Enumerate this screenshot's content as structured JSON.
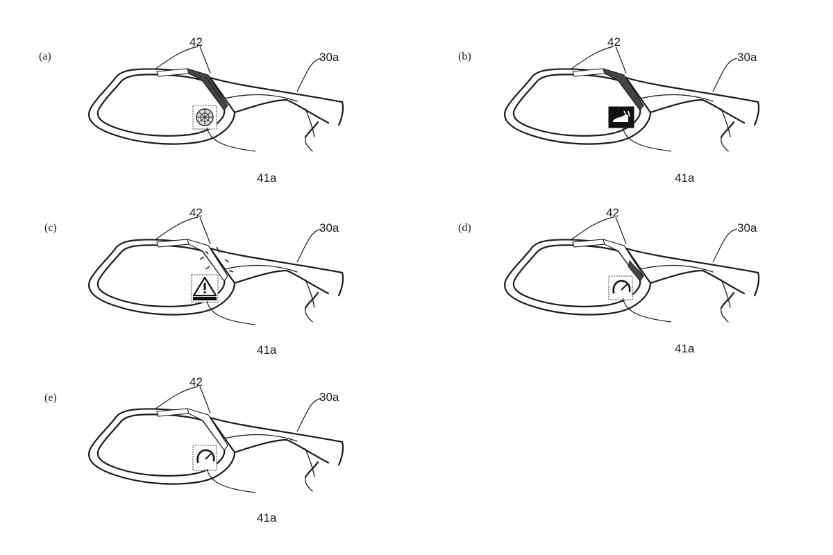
{
  "figure": {
    "panels": [
      {
        "id": "a",
        "label": "(a)",
        "light_label": "42",
        "housing_label": "30a",
        "icon_label": "41a",
        "icon": "tire-pressure-icon",
        "strip_state": "partial"
      },
      {
        "id": "b",
        "label": "(b)",
        "light_label": "42",
        "housing_label": "30a",
        "icon_label": "41a",
        "icon": "lane-departure-icon",
        "strip_state": "inner-lit"
      },
      {
        "id": "c",
        "label": "(c)",
        "light_label": "42",
        "housing_label": "30a",
        "icon_label": "41a",
        "icon": "warning-triangle-icon",
        "strip_state": "flashing"
      },
      {
        "id": "d",
        "label": "(d)",
        "light_label": "42",
        "housing_label": "30a",
        "icon_label": "41a",
        "icon": "speed-gauge-icon",
        "strip_state": "lower-lit"
      },
      {
        "id": "e",
        "label": "(e)",
        "light_label": "42",
        "housing_label": "30a",
        "icon_label": "41a",
        "icon": "speed-gauge-icon",
        "strip_state": "outline"
      }
    ]
  }
}
